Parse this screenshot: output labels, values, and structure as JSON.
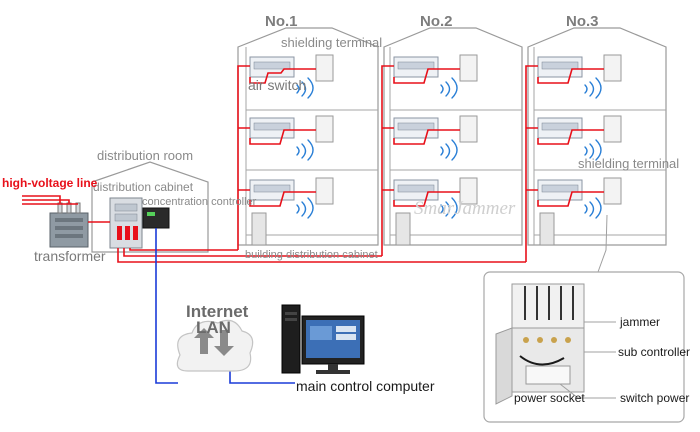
{
  "buildings": [
    {
      "label": "No.1"
    },
    {
      "label": "No.2"
    },
    {
      "label": "No.3"
    }
  ],
  "labels": {
    "shielding_terminal_top": "shielding terminal",
    "air_switch": "air switch",
    "shielding_terminal_right": "shielding terminal",
    "distribution_room": "distribution room",
    "distribution_cabinet": "distribution cabinet",
    "concentration_controller": "concentration controller",
    "high_voltage_line": "high-voltage line",
    "transformer": "transformer",
    "building_distribution_cabinet": "building distribution cabinet",
    "internet": "Internet",
    "lan": "LAN",
    "main_control_computer": "main control computer",
    "jammer": "jammer",
    "sub_controller": "sub controller",
    "power_socket": "power socket",
    "switch_power": "switch power"
  },
  "watermark": "SmarJammer",
  "colors": {
    "power_line": "#e8101a",
    "network_line": "#1a3bd9",
    "signal_wave": "#2a7fd6",
    "building_outline": "#9a9a9a",
    "label_gray": "#8a8a8a"
  }
}
